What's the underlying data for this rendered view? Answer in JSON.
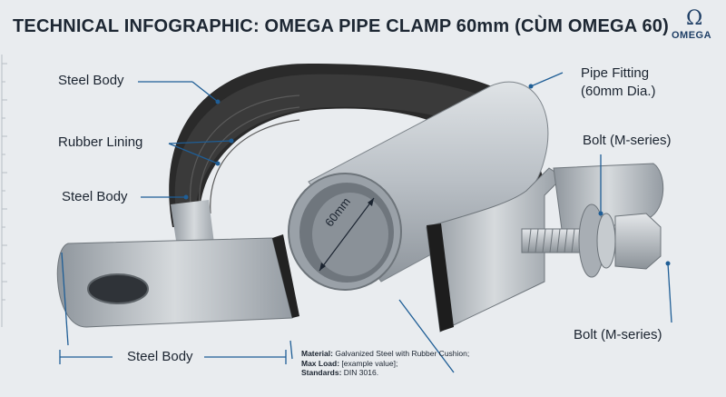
{
  "title": "TECHNICAL INFOGRAPHIC: OMEGA PIPE CLAMP 60mm (CÙM OMEGA 60)",
  "logo": {
    "symbol": "Ω",
    "text": "OMEGA"
  },
  "labels": {
    "steel_body_top": "Steel Body",
    "rubber_lining": "Rubber Lining",
    "steel_body_mid": "Steel Body",
    "steel_body_bottom": "Steel Body",
    "pipe_fitting_1": "Pipe Fitting",
    "pipe_fitting_2": "(60mm Dia.)",
    "bolt_top": "Bolt (M-series)",
    "bolt_bottom": "Bolt (M-series)",
    "diameter": "60mm"
  },
  "notes": {
    "material_label": "Material:",
    "material_value": "Galvanized Steel with Rubber Cushion;",
    "load_label": "Max Load:",
    "load_value": "[example value];",
    "standards_label": "Standards:",
    "standards_value": "DIN 3016."
  },
  "colors": {
    "leader": "#1f5e96",
    "steel": "#b7bdc3",
    "rubber": "#1c1c1c",
    "pipe": "#c9ced3"
  }
}
